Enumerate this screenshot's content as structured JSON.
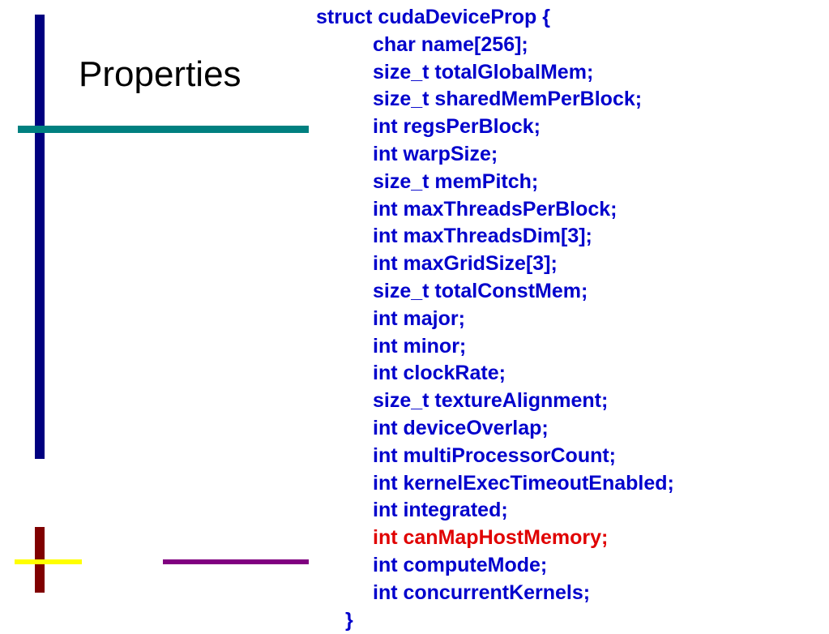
{
  "slide": {
    "title": "Properties",
    "code": {
      "open": "struct cudaDeviceProp {",
      "fields": [
        "char name[256];",
        "size_t totalGlobalMem;",
        "size_t sharedMemPerBlock;",
        "int regsPerBlock;",
        "int warpSize;",
        "size_t memPitch;",
        "int maxThreadsPerBlock;",
        "int maxThreadsDim[3];",
        "int maxGridSize[3];",
        "size_t totalConstMem;",
        "int major;",
        "int minor;",
        "int clockRate;",
        "size_t textureAlignment;",
        "int deviceOverlap;",
        "int multiProcessorCount;",
        "int kernelExecTimeoutEnabled;",
        "int integrated;",
        "int canMapHostMemory;",
        "int computeMode;",
        "int concurrentKernels;"
      ],
      "close": "}"
    }
  },
  "colors": {
    "code_text": "#0000cc",
    "highlight_text": "#e00000",
    "bar_navy": "#000080",
    "bar_teal": "#008080",
    "bar_maroon": "#800000",
    "bar_yellow": "#ffff00",
    "bar_purple": "#800080"
  }
}
